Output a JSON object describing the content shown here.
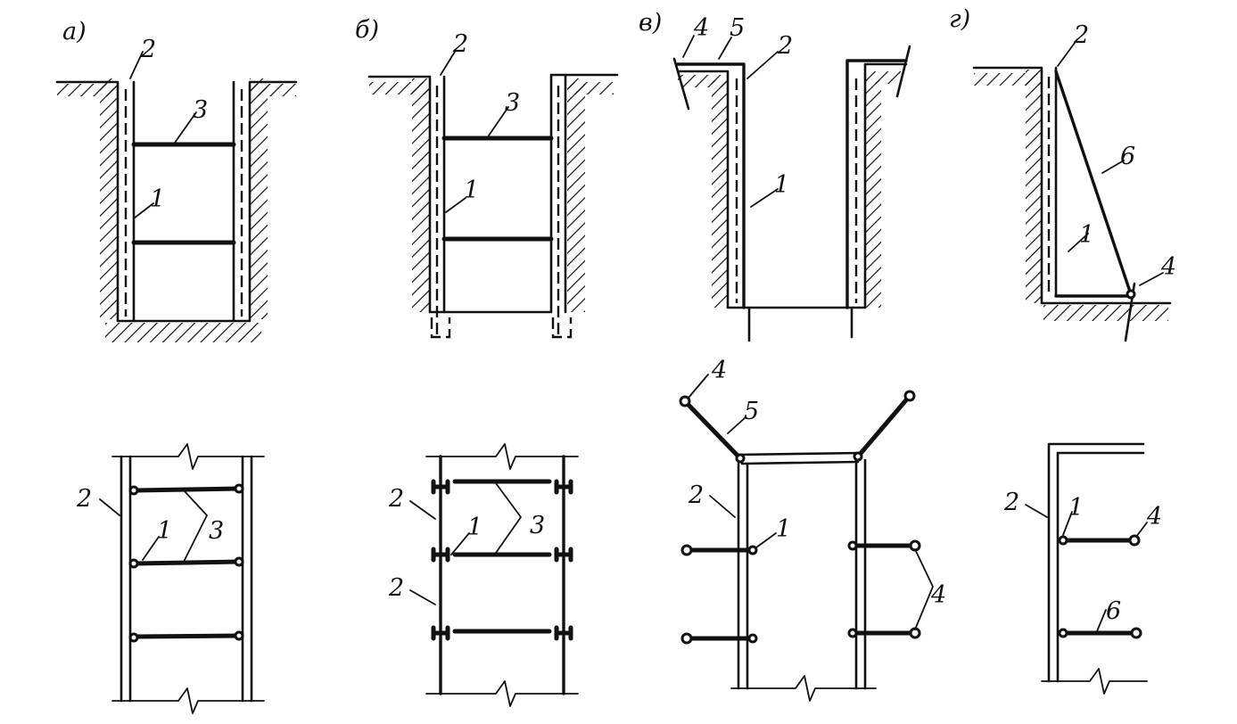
{
  "labels": {
    "panel_a": "а)",
    "panel_b": "б)",
    "panel_v": "в)",
    "panel_g": "г)",
    "n1": "1",
    "n2": "2",
    "n3": "3",
    "n4": "4",
    "n5": "5",
    "n6": "6"
  },
  "colors": {
    "ink": "#111111",
    "paper": "#ffffff"
  }
}
